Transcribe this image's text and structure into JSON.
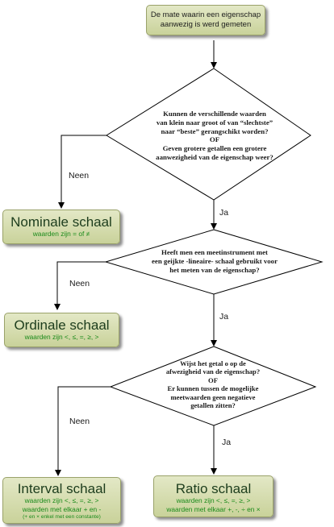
{
  "start": {
    "line1": "De mate waarin een eigenschap",
    "line2": "aanwezig is werd gemeten"
  },
  "q1": {
    "lines": [
      "Kunnen de verschillende waarden",
      "van klein naar groot of van “slechtste”",
      "naar “beste” gerangschikt worden?",
      "OF",
      "Geven grotere getallen een grotere",
      "aanwezigheid van de eigenschap weer?"
    ]
  },
  "q2": {
    "lines": [
      "Heeft men een meetinstrument met",
      "een geijkte -lineaire- schaal gebruikt voor",
      "het meten van de eigenschap?"
    ]
  },
  "q3": {
    "lines": [
      "Wijst het getal o op de",
      "afwezigheid van de eigenschap?",
      "OF",
      "Er kunnen tussen de mogelijke",
      "meetwaarden geen negatieve",
      "getallen zitten?"
    ]
  },
  "labels": {
    "no1": "Neen",
    "yes1": "Ja",
    "no2": "Neen",
    "yes2": "Ja",
    "no3": "Neen",
    "yes3": "Ja"
  },
  "nominal": {
    "title": "Nominale schaal",
    "sub1": "waarden zijn = of ≠"
  },
  "ordinal": {
    "title": "Ordinale schaal",
    "sub1": "waarden zijn <, ≤, =, ≥, >"
  },
  "interval": {
    "title": "Interval schaal",
    "sub1": "waarden zijn <, ≤, =, ≥, >",
    "sub2": "waarden met elkaar + en -",
    "sub3": "(+ en × enkel met een constante)"
  },
  "ratio": {
    "title": "Ratio schaal",
    "sub1": "waarden zijn <, ≤, =, ≥, >",
    "sub2": "waarden met elkaar +, -, ÷ en ×"
  }
}
